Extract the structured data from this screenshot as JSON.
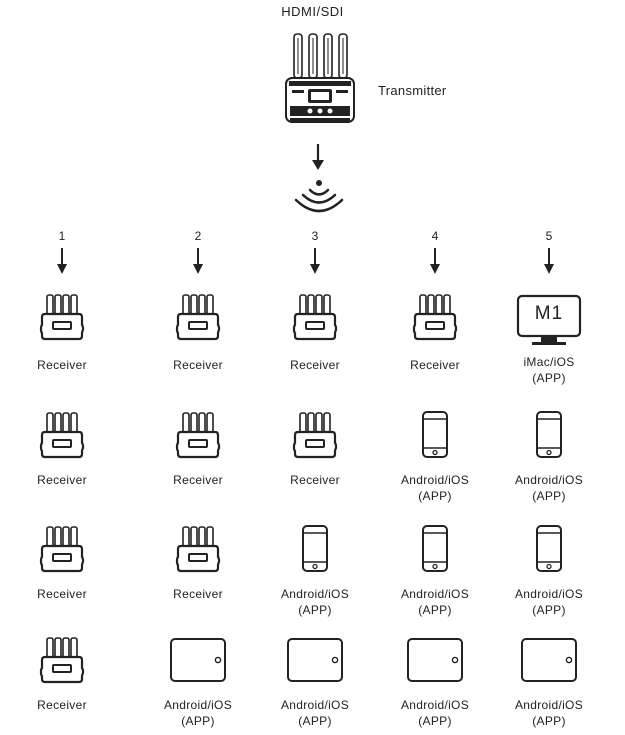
{
  "source_label": "HDMI/SDI",
  "transmitter_label": "Transmitter",
  "columns": [
    "1",
    "2",
    "3",
    "4",
    "5"
  ],
  "monitor_screen_text": "M1",
  "rows": [
    [
      {
        "device": "receiver",
        "label": "Receiver"
      },
      {
        "device": "receiver",
        "label": "Receiver"
      },
      {
        "device": "receiver",
        "label": "Receiver"
      },
      {
        "device": "receiver",
        "label": "Receiver"
      },
      {
        "device": "imac",
        "label": "iMac/iOS",
        "sub": "(APP)"
      }
    ],
    [
      {
        "device": "receiver",
        "label": "Receiver"
      },
      {
        "device": "receiver",
        "label": "Receiver"
      },
      {
        "device": "receiver",
        "label": "Receiver"
      },
      {
        "device": "phone",
        "label": "Android/iOS",
        "sub": "(APP)"
      },
      {
        "device": "phone",
        "label": "Android/iOS",
        "sub": "(APP)"
      }
    ],
    [
      {
        "device": "receiver",
        "label": "Receiver"
      },
      {
        "device": "receiver",
        "label": "Receiver"
      },
      {
        "device": "phone",
        "label": "Android/iOS",
        "sub": "(APP)"
      },
      {
        "device": "phone",
        "label": "Android/iOS",
        "sub": "(APP)"
      },
      {
        "device": "phone",
        "label": "Android/iOS",
        "sub": "(APP)"
      }
    ],
    [
      {
        "device": "receiver",
        "label": "Receiver"
      },
      {
        "device": "tablet",
        "label": "Android/iOS",
        "sub": "(APP)"
      },
      {
        "device": "tablet",
        "label": "Android/iOS",
        "sub": "(APP)"
      },
      {
        "device": "tablet",
        "label": "Android/iOS",
        "sub": "(APP)"
      },
      {
        "device": "tablet",
        "label": "Android/iOS",
        "sub": "(APP)"
      }
    ]
  ]
}
